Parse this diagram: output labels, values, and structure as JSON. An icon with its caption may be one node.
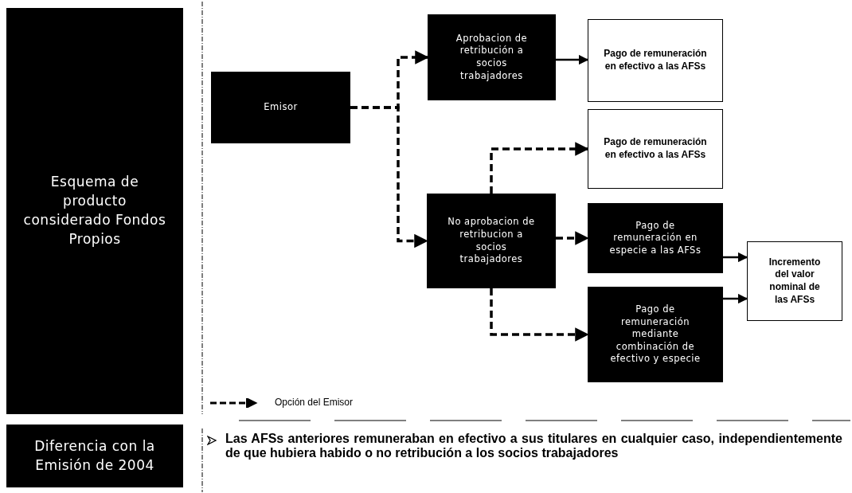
{
  "diagram": {
    "nodes": [
      {
        "text": [
          "Esquema de producto considerado Fondos Propios"
        ]
      },
      {
        "text": [
          "Emisor"
        ]
      },
      {
        "text": [
          "Aprobacion de retribución a socios trabajadores"
        ]
      },
      {
        "text": [
          "Pago de remuneración en efectivo a las AFSs"
        ]
      },
      {
        "text": [
          "No aprobacion de retribucion a socios trabajadores"
        ]
      },
      {
        "text": [
          "Pago de remuneración en efectivo a las AFSs"
        ]
      },
      {
        "text": [
          "Pago de remuneración en especie a las AFSs"
        ]
      },
      {
        "text": [
          "Pago de remuneración mediante combinación de efectivo y especie"
        ]
      },
      {
        "text": [
          "Incremento del valor nominal de las AFSs"
        ]
      },
      {
        "text": [
          "Diferencia con la Emisión de 2004"
        ]
      }
    ],
    "edges": [
      {
        "from": 1,
        "to": 2,
        "arrow": "to",
        "style": "dashed"
      },
      {
        "from": 1,
        "to": 4,
        "arrow": "to",
        "style": "dashed"
      },
      {
        "from": 2,
        "to": 3,
        "arrow": "to"
      },
      {
        "from": 4,
        "to": 5,
        "arrow": "to",
        "style": "dashed"
      },
      {
        "from": 4,
        "to": 6,
        "arrow": "to",
        "style": "dashed"
      },
      {
        "from": 4,
        "to": 7,
        "arrow": "to",
        "style": "dashed"
      },
      {
        "from": 6,
        "to": 8,
        "arrow": "to"
      },
      {
        "from": 7,
        "to": 8,
        "arrow": "to"
      }
    ],
    "labels": [
      "Las AFSs anteriores remuneraban en efectivo a sus titulares en cualquier caso, independientemente de que hubiera habido o no retribución a los socios trabajadores"
    ],
    "legend": [
      {
        "text": "Opción del Emisor"
      }
    ]
  }
}
